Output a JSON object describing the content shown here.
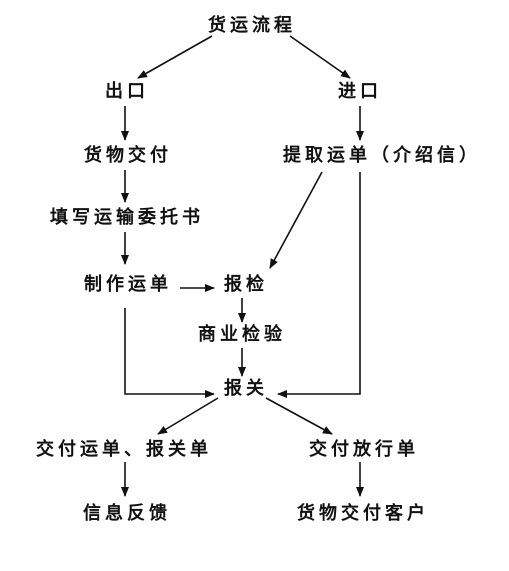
{
  "diagram": {
    "line_color": "#111111",
    "nodes": {
      "root": "货运流程",
      "export": "出口",
      "import": "进口",
      "goods_delivery": "货物交付",
      "pick_waybill": "提取运单（介绍信）",
      "fill_consignment": "填写运输委托书",
      "make_waybill": "制作运单",
      "inspection_report": "报检",
      "commodity_inspection": "商业检验",
      "customs_declaration": "报关",
      "deliver_waybill_customs": "交付运单、报关单",
      "deliver_release_note": "交付放行单",
      "info_feedback": "信息反馈",
      "deliver_to_customer": "货物交付客户"
    }
  }
}
